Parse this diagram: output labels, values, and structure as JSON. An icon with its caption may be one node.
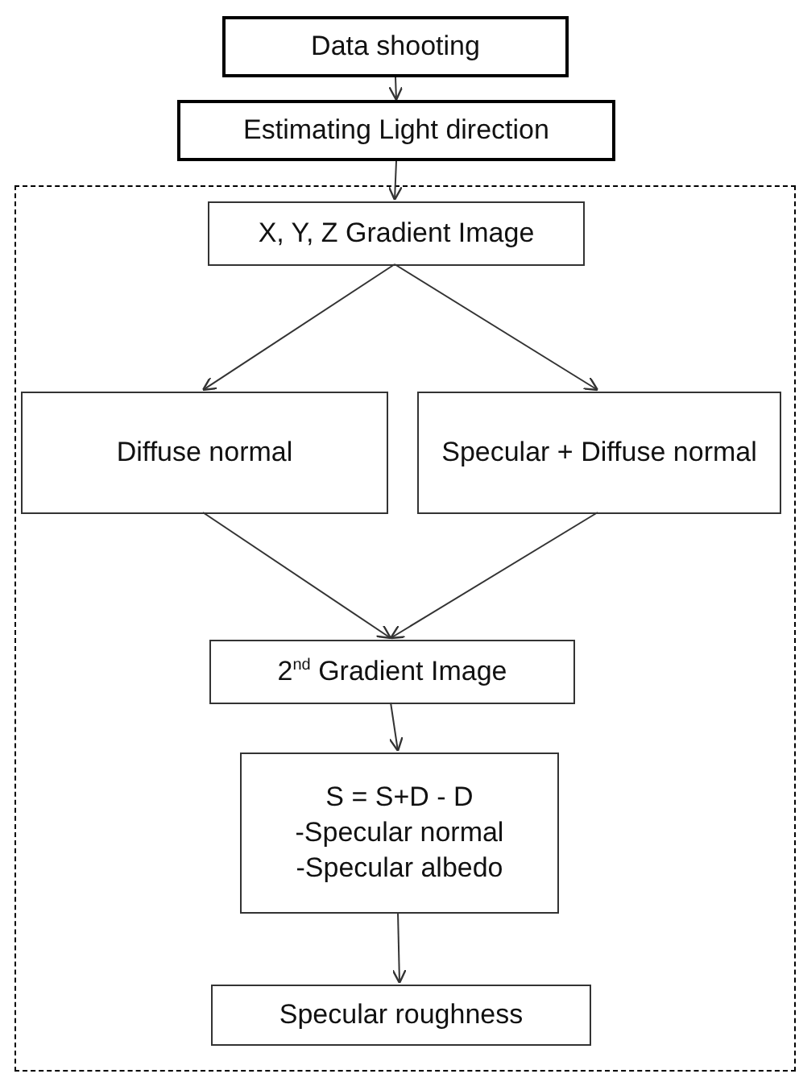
{
  "diagram": {
    "nodes": [
      {
        "text": [
          "Data shooting"
        ]
      },
      {
        "text": [
          "Estimating Light direction"
        ]
      },
      {
        "text": [],
        "shape": "box"
      },
      {
        "text": [
          "X, Y, Z Gradient Image"
        ],
        "in": 2
      },
      {
        "text": [
          "Diffuse normal"
        ],
        "in": 2
      },
      {
        "text": [
          "Specular + Diffuse normal"
        ],
        "in": 2
      },
      {
        "text": [
          "2$^{nd}$ Gradient Image"
        ],
        "in": 2
      },
      {
        "text": [
          "S = S+D - D",
          "-Specular normal",
          "-Specular albedo"
        ],
        "in": 2
      },
      {
        "text": [
          "Specular roughness"
        ],
        "in": 2
      }
    ],
    "edges": [
      {
        "from": 0,
        "to": 1,
        "arrow": "to"
      },
      {
        "from": 1,
        "to": 3,
        "arrow": "to"
      },
      {
        "from": 3,
        "to": 4,
        "arrow": "to"
      },
      {
        "from": 3,
        "to": 5,
        "arrow": "to"
      },
      {
        "from": 4,
        "to": 6,
        "arrow": "to"
      },
      {
        "from": 5,
        "to": 6,
        "arrow": "to"
      },
      {
        "from": 6,
        "to": 7,
        "arrow": "to"
      },
      {
        "from": 7,
        "to": 8,
        "arrow": "to"
      }
    ]
  }
}
